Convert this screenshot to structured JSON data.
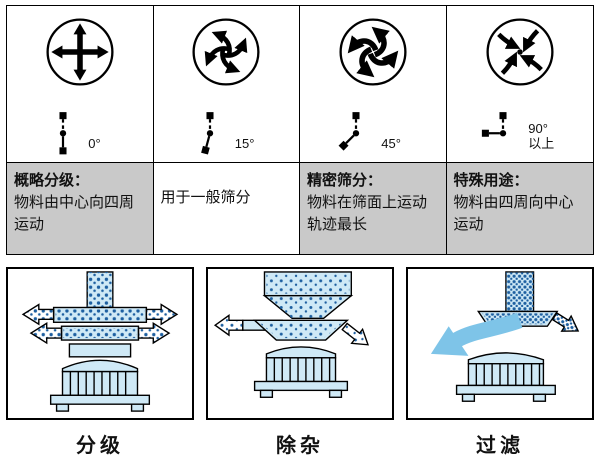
{
  "top_panels": [
    {
      "icon": "cross-arrows-icon",
      "angle": "0°",
      "angle_suffix": "",
      "title": "概略分级：",
      "desc": "物料由中心向四周运动"
    },
    {
      "icon": "pinwheel-arrows-icon",
      "angle": "15°",
      "angle_suffix": "",
      "title": "",
      "desc": "用于一般筛分"
    },
    {
      "icon": "swirl-arrows-icon",
      "angle": "45°",
      "angle_suffix": "",
      "title": "精密筛分：",
      "desc": "物料在筛面上运动轨迹最长"
    },
    {
      "icon": "inward-arrows-icon",
      "angle": "90°",
      "angle_suffix": "以上",
      "title": "特殊用途：",
      "desc": "物料由四周向中心运动"
    }
  ],
  "bottom_panels": [
    {
      "label": "分级",
      "icon": "grading-machine-diagram"
    },
    {
      "label": "除杂",
      "icon": "impurity-removal-machine-diagram"
    },
    {
      "label": "过滤",
      "icon": "filtration-machine-diagram"
    }
  ],
  "colors": {
    "machine_fill": "#cfe9f6",
    "material_dot": "#1d5fa0",
    "flow_arrow": "#7ec4e8",
    "band_gray": "#c9c9c9",
    "border": "#000000"
  }
}
